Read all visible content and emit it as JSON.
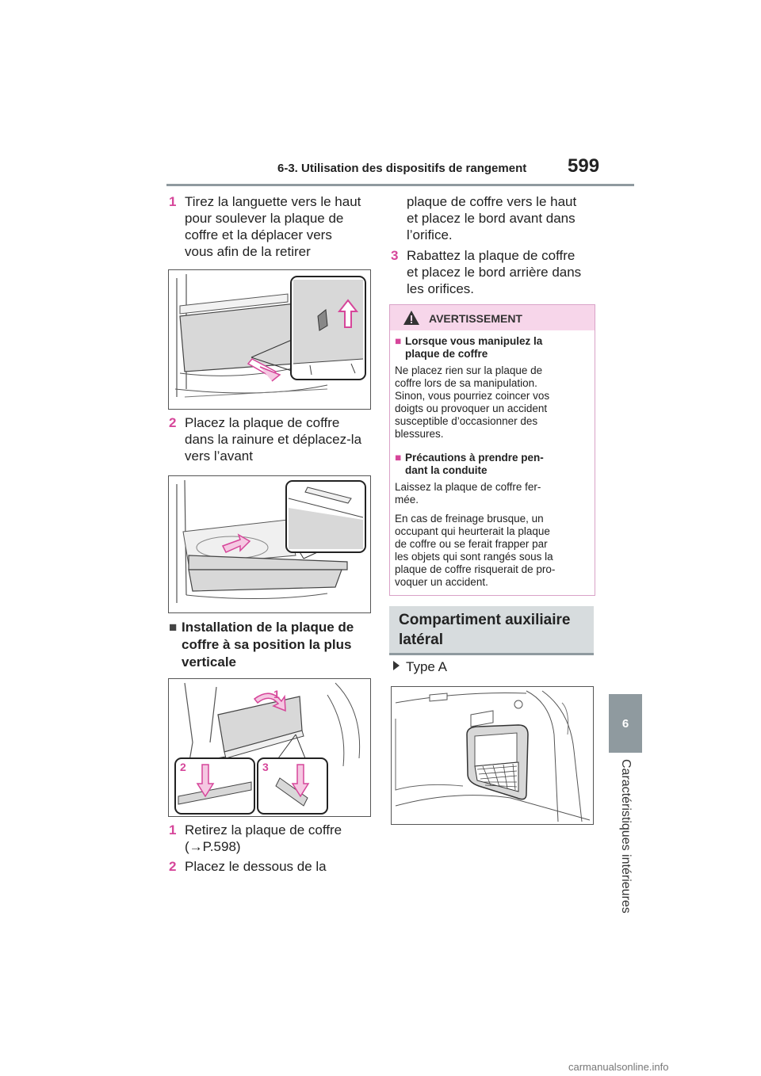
{
  "header": {
    "section": "6-3. Utilisation des dispositifs de rangement",
    "page_number": "599"
  },
  "side_tab": {
    "number": "6",
    "label": "Caractéristiques intérieures"
  },
  "left_column": {
    "step1": {
      "num": "1",
      "lines": [
        "Tirez la languette vers le haut",
        "pour soulever la plaque de",
        "coffre et la déplacer vers",
        "vous afin de la retirer"
      ]
    },
    "step2": {
      "num": "2",
      "lines": [
        "Placez la plaque de coffre",
        "dans la rainure et déplacez-la",
        "vers l’avant"
      ]
    },
    "install_heading": {
      "marker": "■",
      "lines": [
        "Installation de la plaque de",
        "coffre à sa position la plus",
        "verticale"
      ]
    },
    "figure3_labels": [
      "1",
      "2",
      "3"
    ],
    "sub_step1": {
      "num": "1",
      "lines": [
        "Retirez la plaque de coffre",
        "(→P.598)"
      ]
    },
    "sub_step2": {
      "num": "2",
      "lines": [
        "Placez le dessous de la"
      ]
    }
  },
  "right_column": {
    "continued_lines": [
      "plaque de coffre vers le haut",
      "et placez le bord avant dans",
      "l’orifice."
    ],
    "step3": {
      "num": "3",
      "lines": [
        "Rabattez la plaque de coffre",
        "et placez le bord arrière dans",
        "les orifices."
      ]
    },
    "warning": {
      "title": "AVERTISSEMENT",
      "section1": {
        "marker": "■",
        "heading_lines": [
          "Lorsque vous manipulez la",
          "plaque de coffre"
        ],
        "body_lines": [
          "Ne placez rien sur la plaque de",
          "coffre lors de sa manipulation.",
          "Sinon, vous pourriez coincer vos",
          "doigts ou provoquer un accident",
          "susceptible d’occasionner des",
          "blessures."
        ]
      },
      "section2": {
        "marker": "■",
        "heading_lines": [
          "Précautions à prendre pen-",
          "dant la conduite"
        ],
        "body1_lines": [
          "Laissez la plaque de coffre fer-",
          "mée."
        ],
        "body2_lines": [
          "En cas de freinage brusque, un",
          "occupant qui heurterait la plaque",
          "de coffre ou se ferait frapper par",
          "les objets qui sont rangés sous la",
          "plaque de coffre risquerait de pro-",
          "voquer un accident."
        ]
      }
    },
    "section_title_lines": [
      "Compartiment auxiliaire",
      "latéral"
    ],
    "type_label": "Type A"
  },
  "watermark": "carmanualsonline.info",
  "colors": {
    "accent_pink": "#d6469a",
    "rule_gray": "#8f9a9f",
    "warning_bg": "#f7d6ea",
    "section_bg": "#d7dcde"
  },
  "icons": [
    "warning-triangle-icon",
    "arrow-right-icon"
  ]
}
